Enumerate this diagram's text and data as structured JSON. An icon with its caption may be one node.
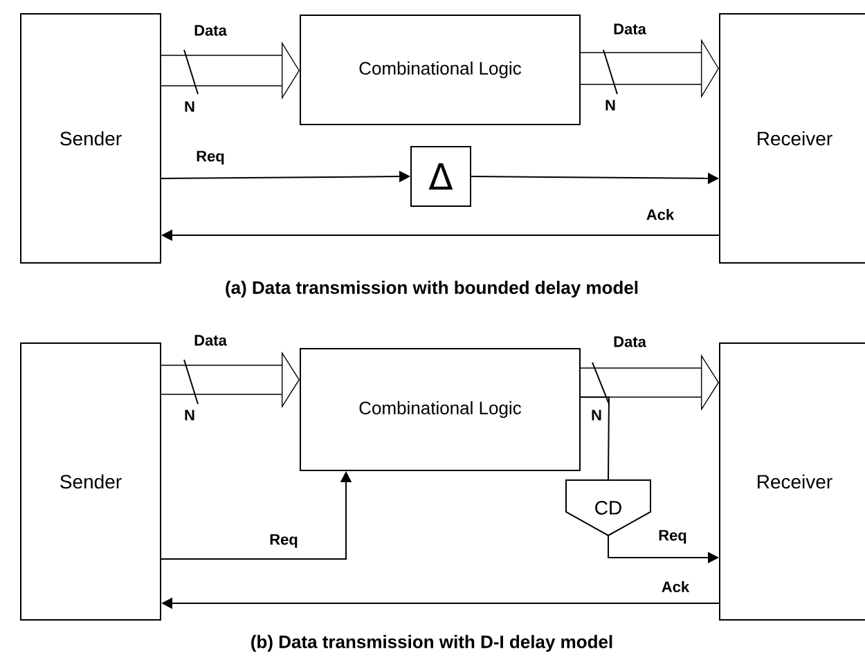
{
  "diagram": {
    "nodes": [
      {
        "text": [
          "Sender"
        ]
      },
      {
        "text": [
          "Combinational Logic"
        ]
      },
      {
        "text": [
          "Receiver"
        ]
      },
      {
        "text": [
          "Δ"
        ]
      },
      {
        "text": [
          "Sender"
        ]
      },
      {
        "text": [
          "Combinational Logic"
        ]
      },
      {
        "text": [
          "Receiver"
        ]
      },
      {
        "text": [
          "CD"
        ]
      }
    ],
    "edges": [
      {
        "from": 0,
        "to": 1,
        "arrow": "to",
        "label": "Data",
        "style": "thick"
      },
      {
        "from": 1,
        "to": 2,
        "arrow": "to",
        "label": "Data",
        "style": "thick"
      },
      {
        "from": 0,
        "to": 3,
        "arrow": "to",
        "label": "Req"
      },
      {
        "from": 3,
        "to": 2,
        "arrow": "to"
      },
      {
        "from": 2,
        "to": 0,
        "arrow": "to",
        "label": "Ack"
      },
      {
        "from": 4,
        "to": 5,
        "arrow": "to",
        "label": "Data",
        "style": "thick"
      },
      {
        "from": 5,
        "to": 6,
        "arrow": "to",
        "label": "Data",
        "style": "thick"
      },
      {
        "from": 5,
        "to": 7,
        "arrow": "none"
      },
      {
        "from": 4,
        "to": 5,
        "arrow": "to",
        "label": "Req"
      },
      {
        "from": 7,
        "to": 6,
        "arrow": "to",
        "label": "Req"
      },
      {
        "from": 6,
        "to": 4,
        "arrow": "to",
        "label": "Ack"
      }
    ],
    "labels": [
      "N",
      "N",
      "(a) Data transmission with bounded delay model",
      "N",
      "N",
      "(b) Data transmission with D-I delay model"
    ]
  }
}
